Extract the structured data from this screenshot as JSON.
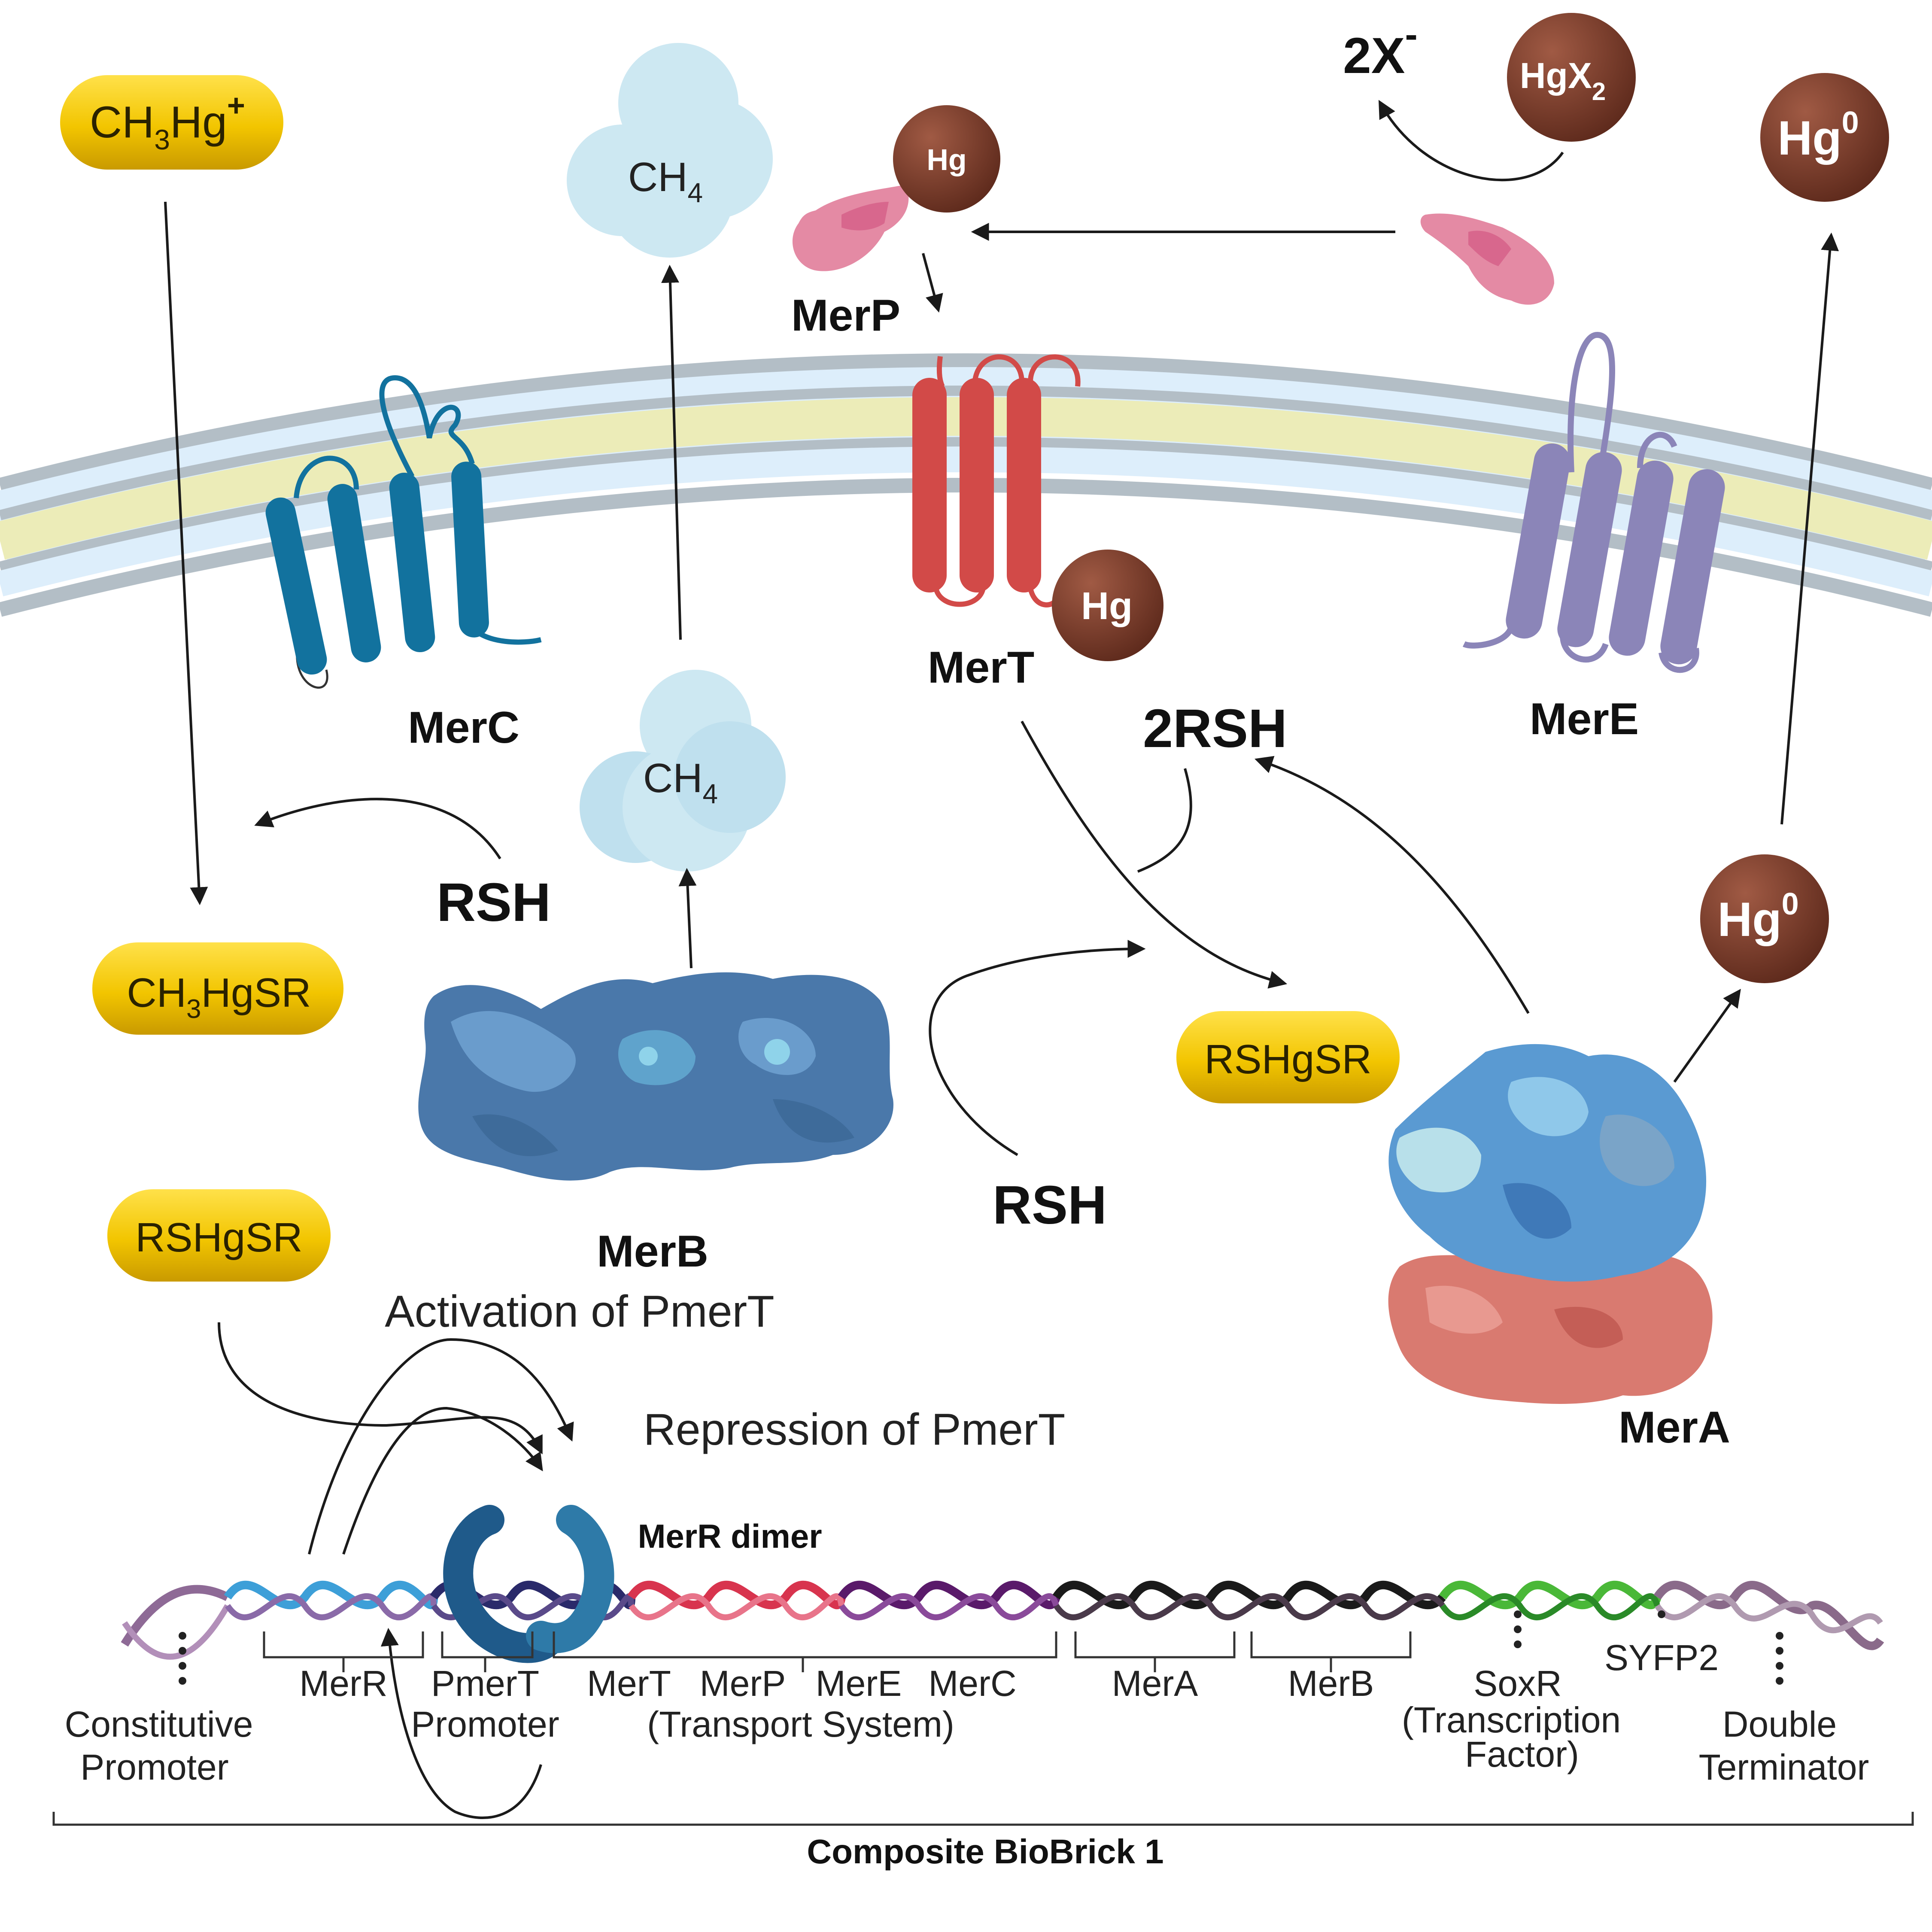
{
  "molecules": {
    "methylmercury": {
      "main": "CH",
      "sub": "3",
      "tail": "Hg",
      "sup": "+"
    },
    "ch3hgsr": {
      "main": "CH",
      "sub": "3",
      "tail": "HgSR"
    },
    "rshgsr_left": "RSHgSR",
    "rshgsr_right": "RSHgSR",
    "methane_top": {
      "main": "CH",
      "sub": "4"
    },
    "methane_mid": {
      "main": "CH",
      "sub": "4"
    },
    "hg_merp": "Hg",
    "hg_mert": "Hg",
    "hgx2": {
      "main": "HgX",
      "sub": "2"
    },
    "hg0_top": {
      "main": "Hg",
      "sup": "0"
    },
    "hg0_mid": {
      "main": "Hg",
      "sup": "0"
    },
    "two_x": {
      "main": "2X",
      "sup": "-"
    }
  },
  "reagents": {
    "rsh_left": "RSH",
    "rsh_center": "RSH",
    "two_rsh": "2RSH"
  },
  "proteins": {
    "merc": "MerC",
    "mert": "MerT",
    "mere": "MerE",
    "merp": "MerP",
    "merb": "MerB",
    "mera": "MerA",
    "merr_dimer": "MerR dimer"
  },
  "regulation": {
    "activation": "Activation of PmerT",
    "repression": "Repression of PmerT"
  },
  "gene_labels": {
    "constitutive": [
      "Constitutive",
      "Promoter"
    ],
    "merr": "MerR",
    "pmert": [
      "PmerT",
      "Promoter"
    ],
    "transport_genes": [
      "MerT",
      "MerP",
      "MerE",
      "MerC"
    ],
    "transport_system": "(Transport System)",
    "mera": "MerA",
    "merb": "MerB",
    "soxr": [
      "SoxR",
      "(Transcription",
      "Factor)"
    ],
    "syfp2": "SYFP2",
    "terminator": [
      "Double",
      "Terminator"
    ]
  },
  "construct_title": "Composite BioBrick 1",
  "colors": {
    "pill": "#f2c500",
    "hg_ball": "#7a3b2a",
    "methane": "#cde8f2",
    "merc": "#12729e",
    "mert": "#d24a48",
    "mere": "#8b85b8",
    "merp": "#e48aa4",
    "merb": "#4a78aa",
    "mera_top": "#5a9ad2",
    "mera_bottom": "#d97a70",
    "merr": "#1f5a8a",
    "membrane_edge": "#b3bec6",
    "membrane_fill": "#ddeefb",
    "membrane_core": "#ececb8"
  }
}
